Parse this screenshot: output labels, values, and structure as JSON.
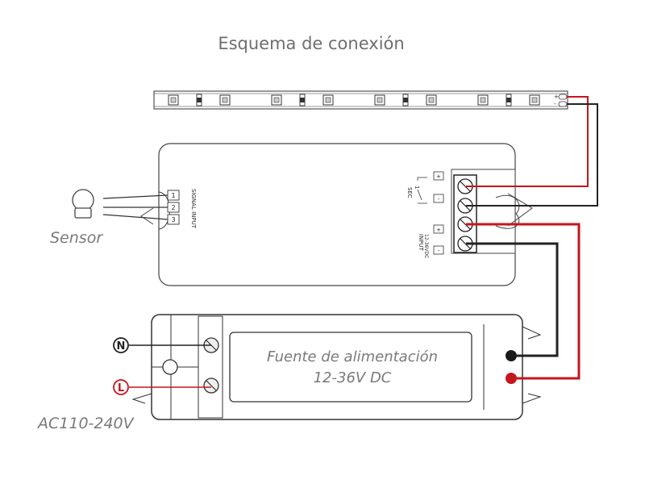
{
  "title": "Esquema de conexión",
  "sensor": {
    "label": "Sensor"
  },
  "controller": {
    "signal_input_label": "SIGNAL  INPUT",
    "terminals": [
      "1",
      "2",
      "3"
    ],
    "sec_label": "SEC",
    "sec_number": "1",
    "input_label": "INPUT",
    "input_voltage": "12-36VDC",
    "plus": "+",
    "minus": "-"
  },
  "led_strip": {
    "plus": "+",
    "minus": "-"
  },
  "power_supply": {
    "line1": "Fuente de alimentación",
    "line2": "12-36V DC",
    "neutral": "N",
    "live": "L",
    "ac_label": "AC110-240V"
  },
  "colors": {
    "wire_red": "#c4161c",
    "wire_black": "#222222",
    "outline": "#333333",
    "title": "#6e6e6e"
  }
}
